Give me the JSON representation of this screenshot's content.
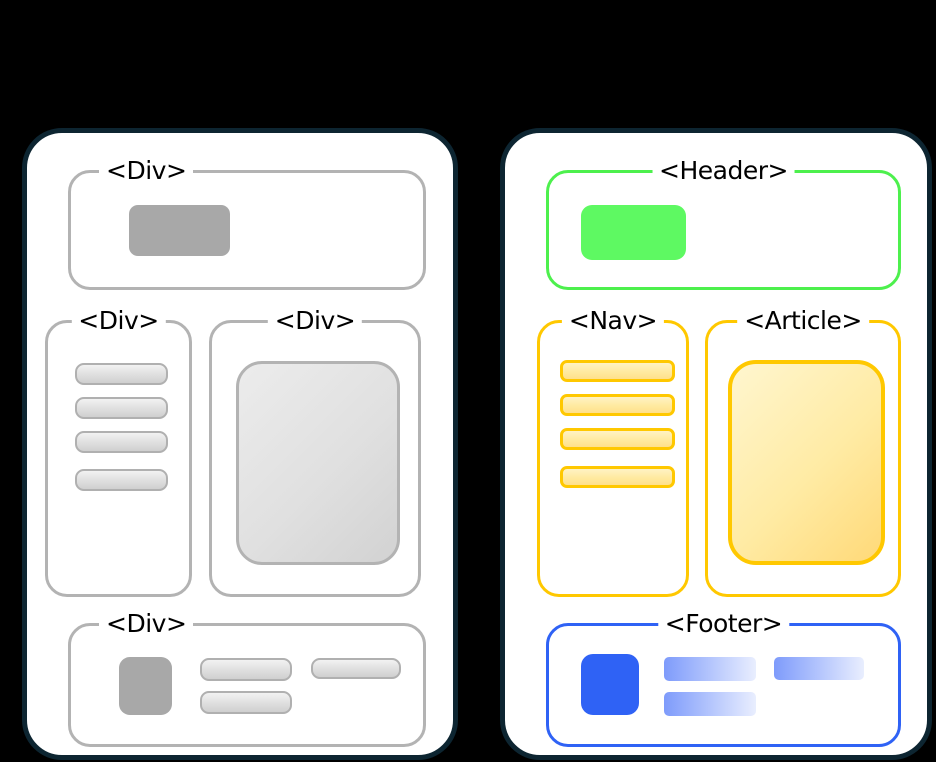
{
  "meta": {
    "background_color": "#000000",
    "panel_border_color": "#0d2531",
    "panel_fill_color": "#ffffff"
  },
  "panels": [
    {
      "id": "div-panel",
      "name": "generic-div-layout",
      "accent": "#b3b3b3",
      "groups": [
        {
          "id": "div-top",
          "legend": "<Div>",
          "legend_align": "left",
          "border_color": "#b3b3b3",
          "blocks": [
            {
              "name": "logo-block",
              "fill": "#a8a8a8"
            }
          ]
        },
        {
          "id": "div-nav",
          "legend": "<Div>",
          "legend_align": "center",
          "border_color": "#b3b3b3",
          "blocks": [
            {
              "name": "list-bar",
              "fill": "#e2e2e2"
            },
            {
              "name": "list-bar",
              "fill": "#e2e2e2"
            },
            {
              "name": "list-bar",
              "fill": "#e2e2e2"
            },
            {
              "name": "list-bar",
              "fill": "#e2e2e2"
            }
          ]
        },
        {
          "id": "div-article",
          "legend": "<Div>",
          "legend_align": "center",
          "border_color": "#b3b3b3",
          "blocks": [
            {
              "name": "content-panel",
              "fill": "#e0e0e0"
            }
          ]
        },
        {
          "id": "div-footer",
          "legend": "<Div>",
          "legend_align": "left",
          "border_color": "#b3b3b3",
          "blocks": [
            {
              "name": "footer-square",
              "fill": "#a8a8a8"
            },
            {
              "name": "footer-bar",
              "fill": "#e2e2e2"
            },
            {
              "name": "footer-bar",
              "fill": "#e2e2e2"
            },
            {
              "name": "footer-bar",
              "fill": "#e2e2e2"
            }
          ]
        }
      ]
    },
    {
      "id": "html5-panel",
      "name": "semantic-html5-layout",
      "accent": "#4df04d",
      "groups": [
        {
          "id": "header",
          "legend": "<Header>",
          "legend_align": "center",
          "border_color": "#4df04d",
          "blocks": [
            {
              "name": "logo-block",
              "fill": "#5ef962"
            }
          ]
        },
        {
          "id": "nav",
          "legend": "<Nav>",
          "legend_align": "center",
          "border_color": "#ffc800",
          "blocks": [
            {
              "name": "nav-bar",
              "fill": "#ffeaa0"
            },
            {
              "name": "nav-bar",
              "fill": "#ffeaa0"
            },
            {
              "name": "nav-bar",
              "fill": "#ffeaa0"
            },
            {
              "name": "nav-bar",
              "fill": "#ffeaa0"
            }
          ]
        },
        {
          "id": "article",
          "legend": "<Article>",
          "legend_align": "center",
          "border_color": "#ffc800",
          "blocks": [
            {
              "name": "content-panel",
              "fill": "#ffeba4"
            }
          ]
        },
        {
          "id": "footer",
          "legend": "<Footer>",
          "legend_align": "center",
          "border_color": "#2f62f5",
          "blocks": [
            {
              "name": "footer-square",
              "fill": "#2f62f5"
            },
            {
              "name": "footer-bar",
              "fill": "#b9c9fd"
            },
            {
              "name": "footer-bar",
              "fill": "#b9c9fd"
            },
            {
              "name": "footer-bar",
              "fill": "#b9c9fd"
            }
          ]
        }
      ]
    }
  ]
}
